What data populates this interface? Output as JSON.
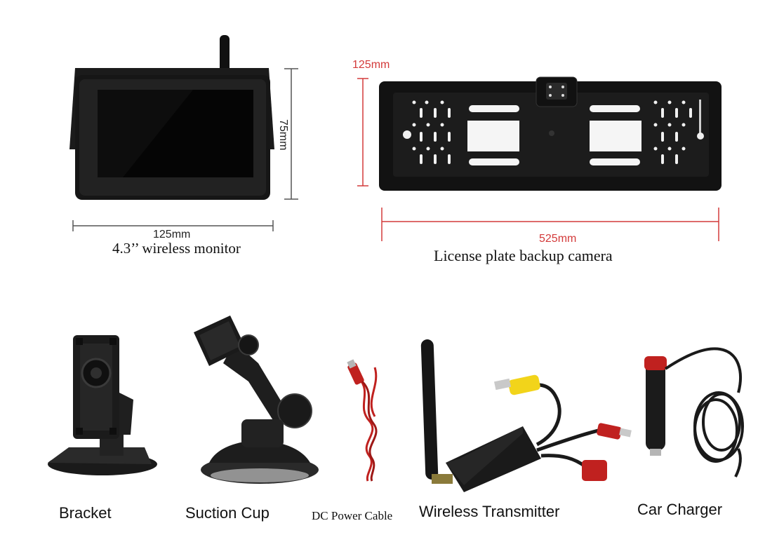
{
  "monitor": {
    "width_label": "125mm",
    "height_label": "75mm",
    "caption": "4.3’’ wireless monitor"
  },
  "camera": {
    "height_label": "125mm",
    "width_label": "525mm",
    "caption": "License plate backup camera"
  },
  "accessories": [
    {
      "label": "Bracket"
    },
    {
      "label": "Suction Cup"
    },
    {
      "label": "DC Power Cable"
    },
    {
      "label": "Wireless Transmitter"
    },
    {
      "label": "Car Charger"
    }
  ],
  "colors": {
    "dimension_red": "#d33a3a",
    "product_black": "#141414",
    "cable_red": "#c0211f",
    "rca_yellow": "#f2d41a"
  }
}
